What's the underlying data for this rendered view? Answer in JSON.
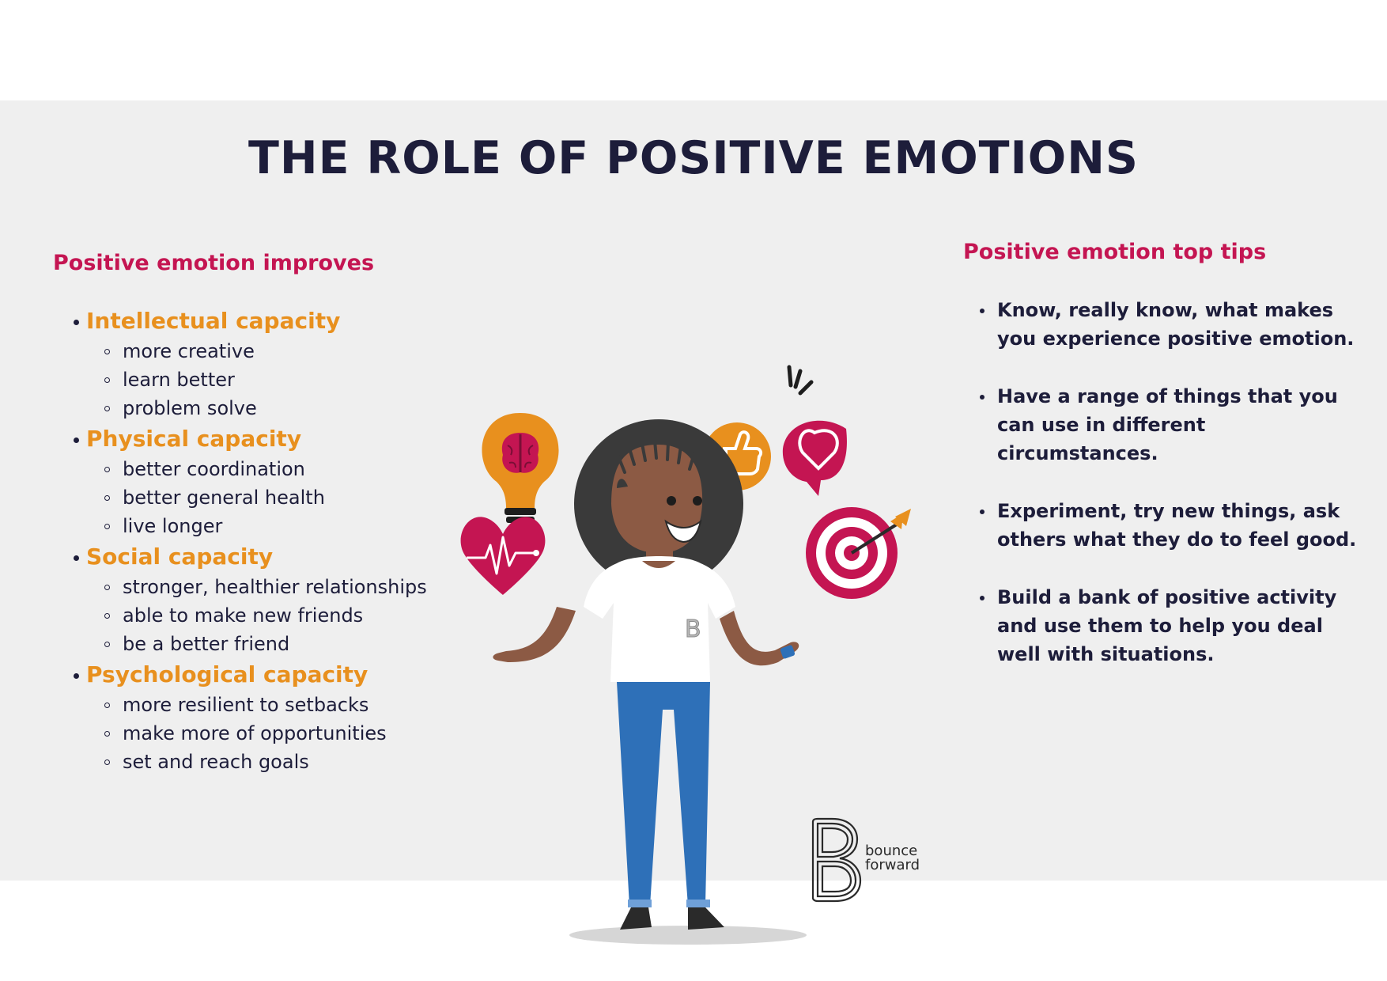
{
  "title": "THE ROLE OF POSITIVE EMOTIONS",
  "left": {
    "heading": "Positive emotion improves",
    "capacities": [
      {
        "title": "Intellectual capacity",
        "items": [
          "more creative",
          "learn better",
          "problem solve"
        ]
      },
      {
        "title": "Physical capacity",
        "items": [
          "better coordination",
          "better general health",
          "live longer"
        ]
      },
      {
        "title": "Social capacity",
        "items": [
          "stronger, healthier relationships",
          "able to make new friends",
          "be a better friend"
        ]
      },
      {
        "title": "Psychological capacity",
        "items": [
          "more resilient to setbacks",
          "make more of opportunities",
          "set and reach goals"
        ]
      }
    ]
  },
  "right": {
    "heading": "Positive emotion top tips",
    "tips": [
      "Know, really know, what makes you experience positive emotion.",
      "Have a range of things that you can use in different circumstances.",
      "Experiment, try new things, ask others what they do to feel good.",
      "Build a bank of positive activity and use them to help you deal well with situations."
    ]
  },
  "brand": {
    "line1": "bounce",
    "line2": "forward",
    "shirt_letter": "B"
  },
  "icons": [
    "lightbulb-brain-icon",
    "thumbs-up-heart-speech-icon",
    "heartbeat-icon",
    "target-arrow-icon",
    "bounce-forward-logo"
  ],
  "colors": {
    "accent_red": "#c41552",
    "accent_orange": "#e8901e",
    "navy": "#1d1d3a",
    "background": "#efefef"
  }
}
